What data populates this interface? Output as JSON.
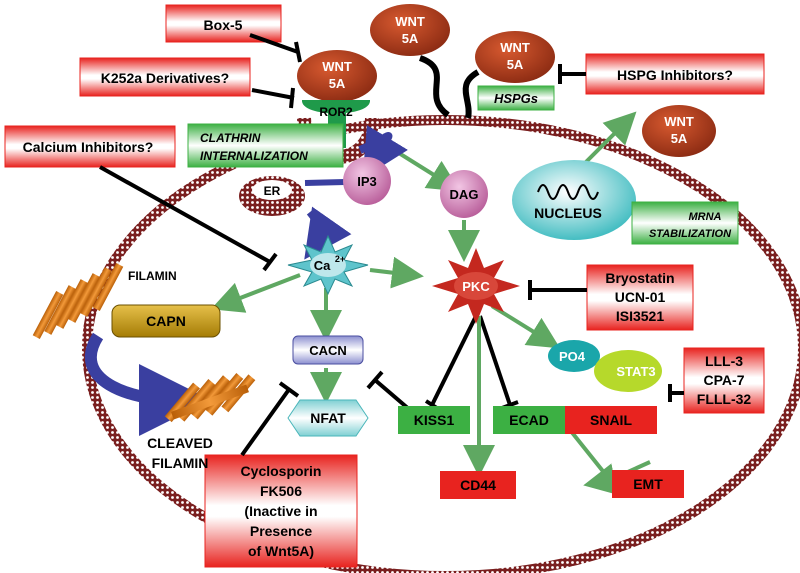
{
  "inhibitors": {
    "box5": "Box-5",
    "k252a": "K252a Derivatives?",
    "hspg_inhibitors": "HSPG Inhibitors?",
    "calcium_inhibitors": "Calcium Inhibitors?",
    "bryostatin_lines": [
      "Bryostatin",
      "UCN-01",
      "ISI3521"
    ],
    "stat3_inhibitor_lines": [
      "LLL-3",
      "CPA-7",
      "FLLL-32"
    ],
    "cyclosporin_lines": [
      "Cyclosporin",
      "FK506",
      "(Inactive in",
      "Presence",
      "of Wnt5A)"
    ]
  },
  "nodes": {
    "wnt_top": [
      "WNT",
      "5A"
    ],
    "wnt_ror2": [
      "WNT",
      "5A"
    ],
    "wnt_hspg": [
      "WNT",
      "5A"
    ],
    "wnt_right": [
      "WNT",
      "5A"
    ],
    "ror2": "ROR2",
    "hspgs": "HSPGs",
    "clathrin_lines": [
      "CLATHRIN",
      "INTERNALIZATION"
    ],
    "ip3": "IP3",
    "er": "ER",
    "dag": "DAG",
    "calcium": "Ca",
    "calcium_sup": "2+",
    "pkc": "PKC",
    "nucleus": "NUCLEUS",
    "mrna_lines": [
      "MRNA",
      "STABILIZATION"
    ],
    "filamin": "FILAMIN",
    "capn": "CAPN",
    "cacn": "CACN",
    "nfat": "NFAT",
    "cleaved_filamin_lines": [
      "CLEAVED",
      "FILAMIN"
    ],
    "po4": "PO4",
    "stat3": "STAT3",
    "kiss1": "KISS1",
    "ecad": "ECAD",
    "snail": "SNAIL",
    "cd44": "CD44",
    "emt": "EMT"
  },
  "colors": {
    "red": "#e8231f",
    "green_box": "#3cb043",
    "arrow_green": "#5fa862",
    "wnt_brown": "#b03a1c",
    "pkc_red": "#c4281f",
    "blue_arrow": "#3a3fa0",
    "capn_gold": "#c99a12",
    "membrane": "#8c2a2a"
  }
}
